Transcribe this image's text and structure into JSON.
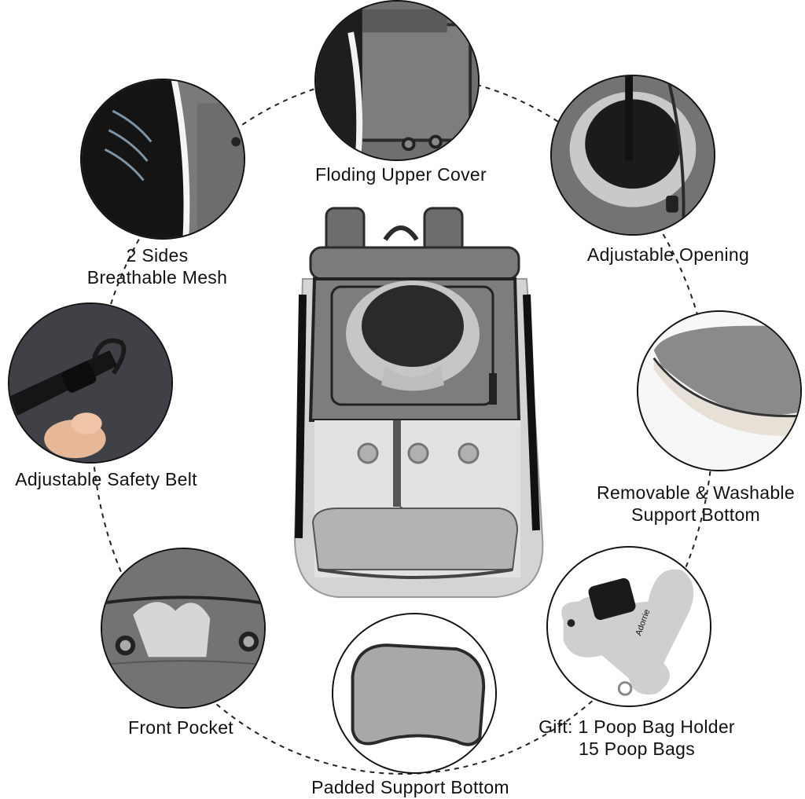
{
  "features": {
    "upper_cover": {
      "label": "Floding Upper Cover"
    },
    "breathable_mesh": {
      "line1": "2 Sides",
      "line2": "Breathable Mesh"
    },
    "adjustable_opening": {
      "label": "Adjustable Opening"
    },
    "safety_belt": {
      "label": "Adjustable Safety Belt"
    },
    "washable_bottom": {
      "line1": "Removable & Washable",
      "line2": "Support Bottom"
    },
    "front_pocket": {
      "label": "Front Pocket"
    },
    "gift": {
      "line1": "Gift: 1 Poop Bag Holder",
      "line2": "15 Poop Bags"
    },
    "padded_bottom": {
      "label": "Padded Support Bottom"
    },
    "brand_tag": {
      "label": "Adorrie"
    }
  },
  "colors": {
    "fabric": "#7c7c7c",
    "fabric_light": "#d9d9d9",
    "mesh": "#b8b8b8",
    "outline": "#222222"
  }
}
